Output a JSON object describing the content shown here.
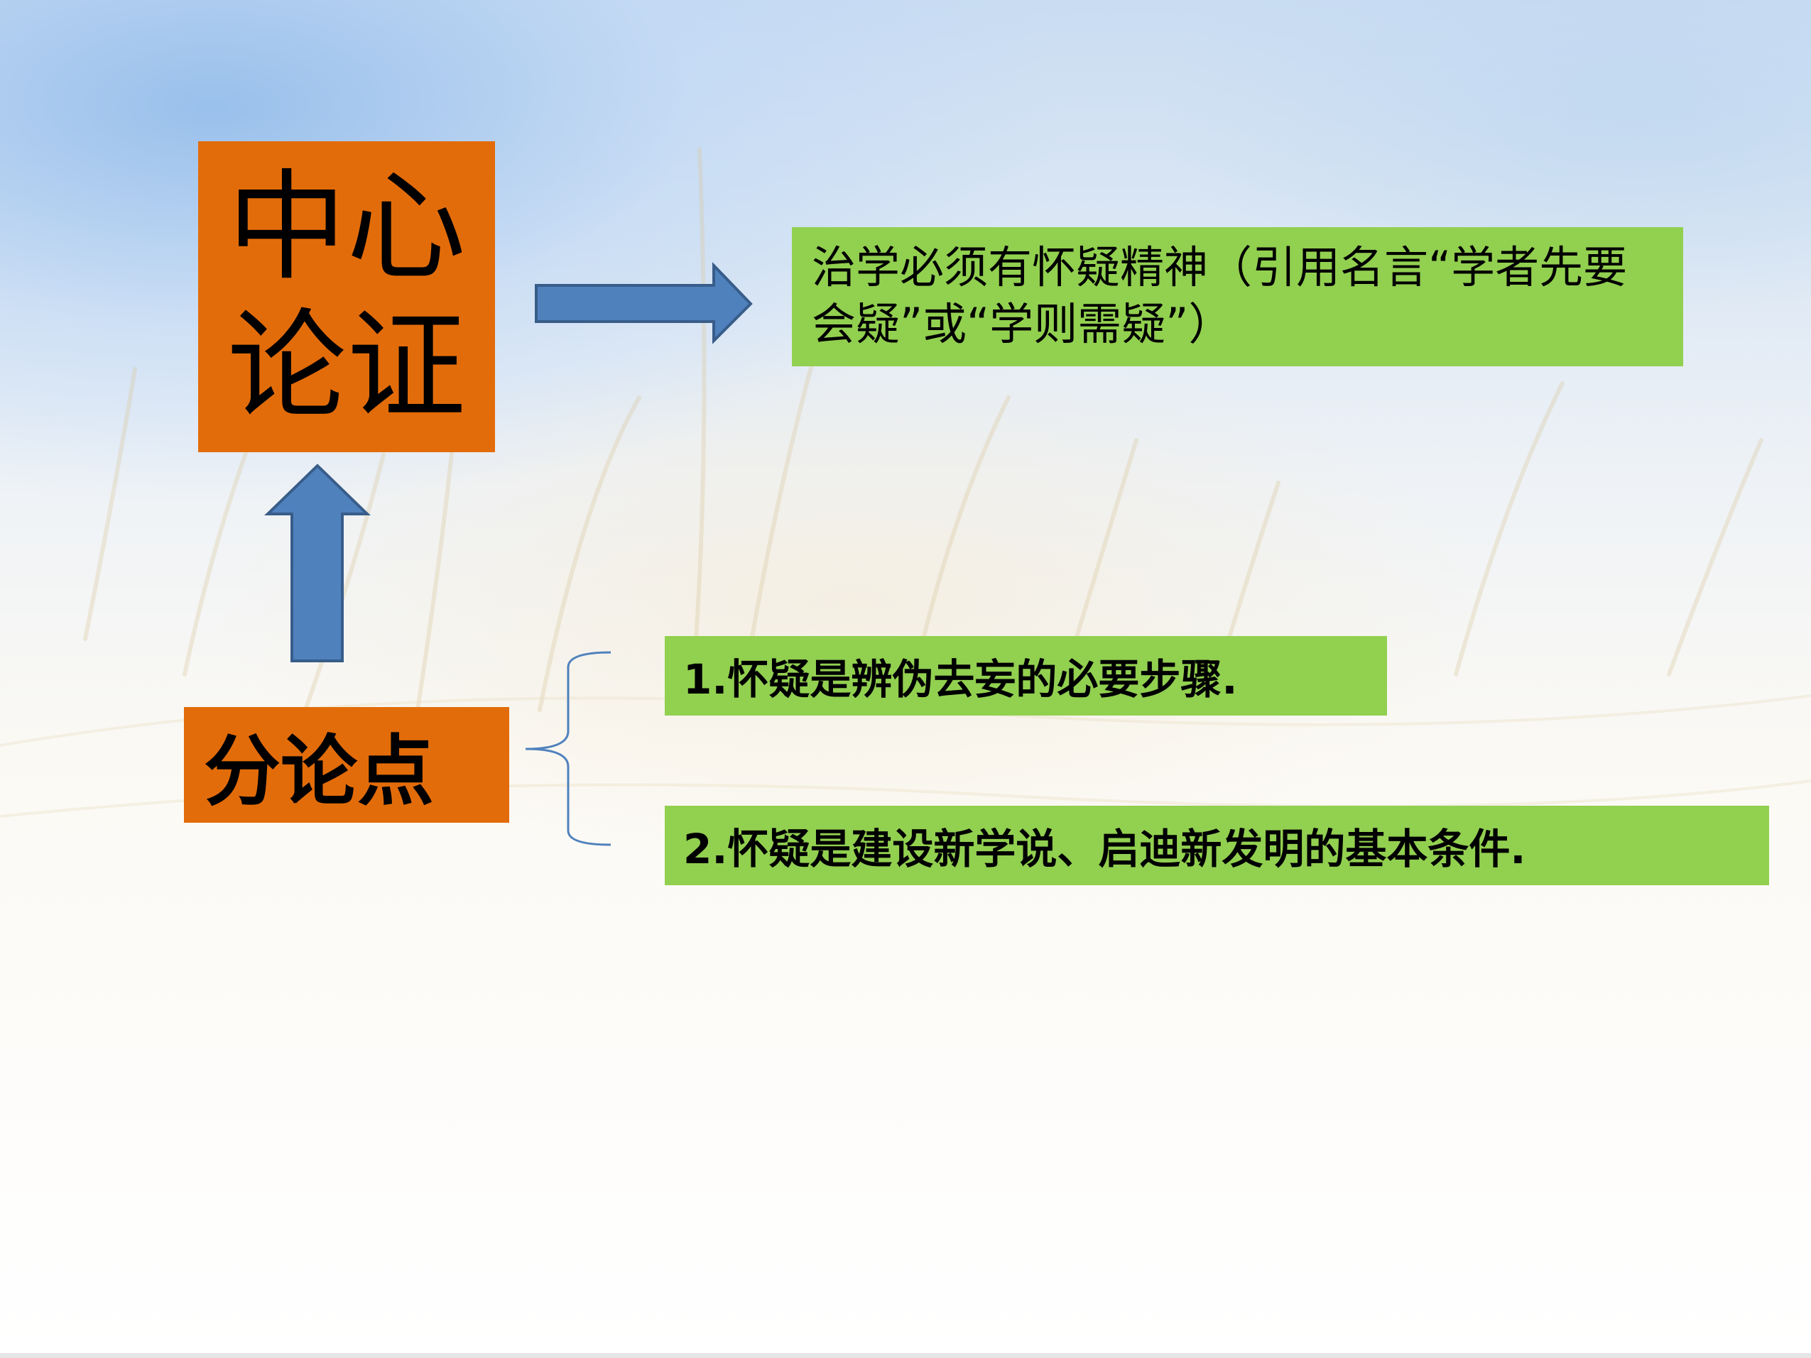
{
  "central_argument": {
    "label": "中心论证",
    "thesis": "治学必须有怀疑精神（引用名言“学者先要会疑”或“学则需疑”）"
  },
  "sub_arguments": {
    "label": "分论点",
    "points": [
      "1.怀疑是辨伪去妄的必要步骤.",
      "2.怀疑是建设新学说、启迪新发明的基本条件."
    ]
  },
  "colors": {
    "orange_box": "#e36c0a",
    "green_box": "#92d050",
    "arrow_fill": "#4f81bd",
    "arrow_stroke": "#385d8a",
    "brace": "#4f81bd"
  }
}
